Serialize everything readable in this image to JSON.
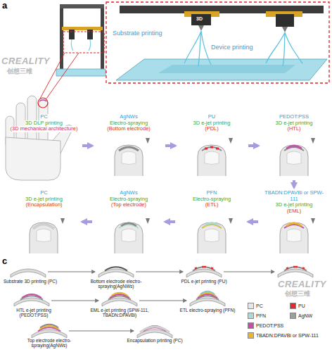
{
  "diagram": {
    "nodes": [
      {
        "text": [
          "PC",
          "3D DLP printing",
          "(3D mechanical architecture)"
        ]
      },
      {
        "text": [
          "AgNWs",
          "Electro-spraying",
          "(Bottom electrode)"
        ]
      },
      {
        "text": [
          "PU",
          "3D e-jet printing",
          "(PDL)"
        ]
      },
      {
        "text": [
          "PEDOT:PSS",
          "3D e-jet printing",
          "(HTL)"
        ]
      },
      {
        "text": [
          "TBADN:DPAVBi or SPW-111",
          "3D e-jet printing",
          "(EML)"
        ]
      },
      {
        "text": [
          "PFN",
          "Electro-spraying",
          "(ETL)"
        ]
      },
      {
        "text": [
          "AgNWs",
          "Electro-spraying",
          "(Top electrode)"
        ]
      },
      {
        "text": [
          "PC",
          "3D e-jet printing",
          "(Encapsulation)"
        ]
      }
    ],
    "edges": [
      {
        "from": 0,
        "to": 1,
        "arrow": "to"
      },
      {
        "from": 1,
        "to": 2,
        "arrow": "to"
      },
      {
        "from": 2,
        "to": 3,
        "arrow": "to"
      },
      {
        "from": 3,
        "to": 4,
        "arrow": "to"
      },
      {
        "from": 4,
        "to": 5,
        "arrow": "to"
      },
      {
        "from": 5,
        "to": 6,
        "arrow": "to"
      },
      {
        "from": 6,
        "to": 7,
        "arrow": "to"
      }
    ],
    "labels": [
      "a",
      "Substrate printing",
      "Device printing",
      "3D",
      "CREALITY",
      "创想三维",
      "CREALITY",
      "创想三维",
      "c",
      "Substrate 3D printing (PC)",
      "Bottom electrode electro-spraying(AgNWs)",
      "PDL e-jet printing (PU)",
      "HTL e-jet printing (PEDOT:PSS)",
      "EML e-jet printing (SPW-111, TBADN:DPAVBi)",
      "ETL electro-spraying (PFN)",
      "Top electrode electro-spraying(AgNWs)",
      "Encapsulation printing (PC)"
    ],
    "legend": [
      {
        "text": "PC",
        "color": "#e6e6e6"
      },
      {
        "text": "PU",
        "color": "#e8262b"
      },
      {
        "text": "PFN",
        "color": "#a7dcd6"
      },
      {
        "text": "AgNW",
        "color": "#9e9e9e"
      },
      {
        "text": "PEDOT:PSS",
        "color": "#c54fa8"
      },
      {
        "text": "TBADN:DPAVBi or SPW-111",
        "color": "#e9b52a"
      }
    ]
  }
}
